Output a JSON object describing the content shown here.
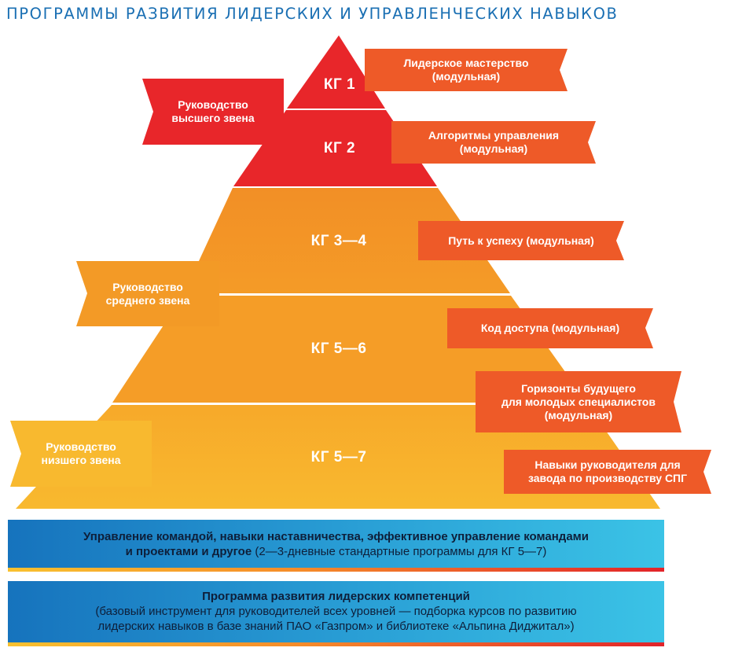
{
  "title": "ПРОГРАММЫ РАЗВИТИЯ ЛИДЕРСКИХ И УПРАВЛЕНЧЕСКИХ НАВЫКОВ",
  "colors": {
    "red": "#e8262a",
    "orange_dark": "#ee5a28",
    "orange": "#f39a26",
    "yellow_orange": "#f7b12c",
    "blue": "#1673bd",
    "cyan": "#3bc3e6"
  },
  "tiers": [
    {
      "label": "КГ 1"
    },
    {
      "label": "КГ 2"
    },
    {
      "label": "КГ 3—4"
    },
    {
      "label": "КГ 5—6"
    },
    {
      "label": "КГ 5—7"
    }
  ],
  "levels": [
    {
      "line1": "Руководство",
      "line2": "высшего звена"
    },
    {
      "line1": "Руководство",
      "line2": "среднего звена"
    },
    {
      "line1": "Руководство",
      "line2": "низшего звена"
    }
  ],
  "programs": [
    {
      "line1": "Лидерское мастерство",
      "line2": "(модульная)",
      "line3": ""
    },
    {
      "line1": "Алгоритмы управления",
      "line2": "(модульная)",
      "line3": ""
    },
    {
      "line1": "Путь к успеху (модульная)",
      "line2": "",
      "line3": ""
    },
    {
      "line1": "Код доступа (модульная)",
      "line2": "",
      "line3": ""
    },
    {
      "line1": "Горизонты будущего",
      "line2": "для молодых специалистов",
      "line3": "(модульная)"
    },
    {
      "line1": "Навыки руководителя для",
      "line2": "завода по производству СПГ",
      "line3": ""
    }
  ],
  "bands": [
    {
      "bold1": "Управление командой, навыки наставничества, эффективное управление командами",
      "bold2": "и проектами и другое",
      "normal": " (2—3-дневные стандартные программы для КГ 5—7)"
    },
    {
      "bold1": "Программа развития лидерских компетенций",
      "line2": "(базовый инструмент для руководителей всех уровней — подборка курсов по развитию",
      "line3": "лидерских навыков в базе знаний ПАО «Газпром» и библиотеке «Альпина Диджитал»)"
    }
  ]
}
